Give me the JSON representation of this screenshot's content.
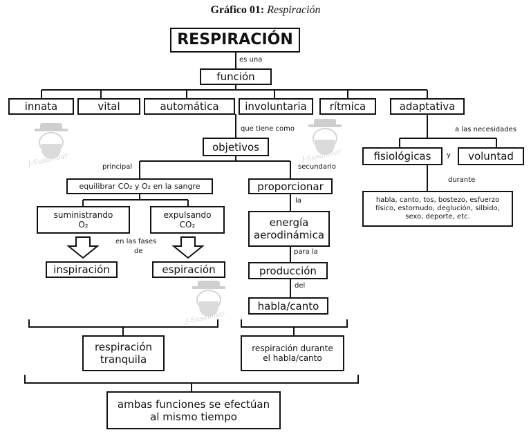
{
  "caption": {
    "prefix": "Gráfico 01:",
    "title": "Respiración"
  },
  "root": "RESPIRACIÓN",
  "root_link": "es una",
  "funcion": "función",
  "characteristics": [
    "innata",
    "vital",
    "automática",
    "involuntaria",
    "rítmica",
    "adaptativa"
  ],
  "objetivos_link": "que tiene como",
  "objetivos": "objetivos",
  "principal_link": "principal",
  "secundario_link": "secundario",
  "equilibrar": "equilibrar CO₂ y O₂ en la sangre",
  "suministrando": {
    "line1": "suministrando",
    "line2": "O₂"
  },
  "expulsando": {
    "line1": "expulsando",
    "line2": "CO₂"
  },
  "fases_link": {
    "line1": "en las fases",
    "line2": "de"
  },
  "inspiracion": "inspiración",
  "espiracion": "espiración",
  "proporcionar": "proporcionar",
  "la_link": "la",
  "energia": {
    "line1": "energía",
    "line2": "aerodinámica"
  },
  "para_la_link": "para la",
  "produccion": "producción",
  "del_link": "del",
  "habla_canto": "habla/canto",
  "tranquila": {
    "line1": "respiración",
    "line2": "tranquila"
  },
  "durante_habla": {
    "line1": "respiración durante",
    "line2": "el habla/canto"
  },
  "ambas": {
    "line1": "ambas funciones se efectúan",
    "line2": "al mismo tiempo"
  },
  "necesidades_link": "a las necesidades",
  "fisiologicas": "fisiológicas",
  "y_link": "y",
  "voluntad": "voluntad",
  "durante_link": "durante",
  "activities": {
    "line1": "habla, canto, tos, bostezo, esfuerzo",
    "line2": "físico, estornudo, deglución, silbido,",
    "line3": "sexo, deporte, etc."
  },
  "watermark": "J-Susanibar"
}
